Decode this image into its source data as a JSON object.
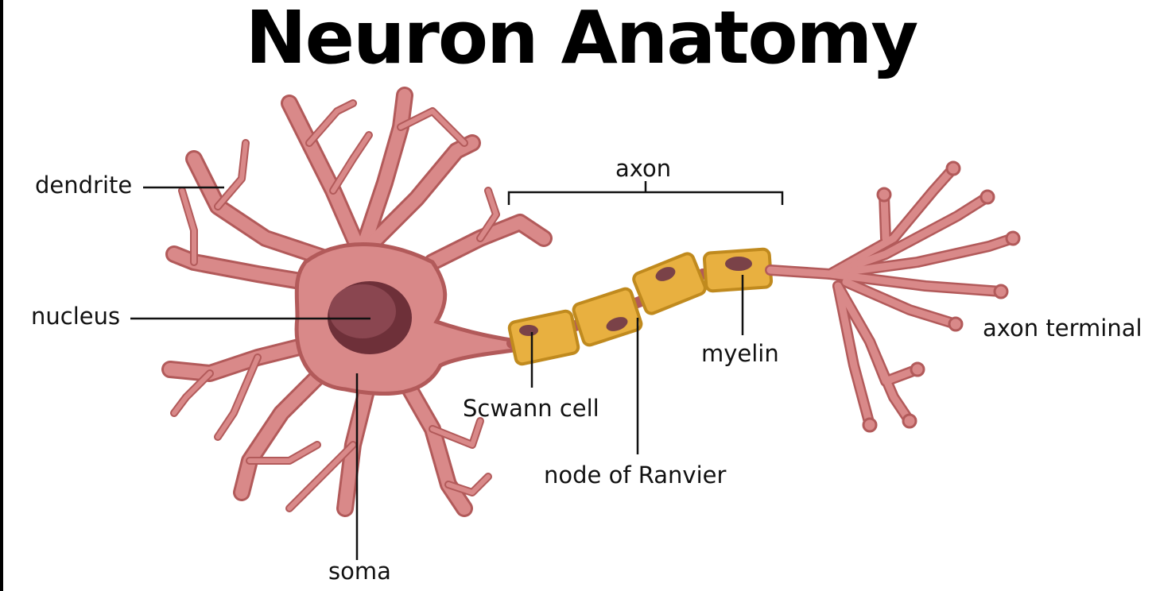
{
  "title": "Neuron Anatomy",
  "labels": {
    "dendrite": "dendrite",
    "nucleus": "nucleus",
    "soma": "soma",
    "axon": "axon",
    "schwann_cell": "Scwann cell",
    "node_of_ranvier": "node of Ranvier",
    "myelin": "myelin",
    "axon_terminal": "axon terminal"
  },
  "colors": {
    "cell_fill": "#d98989",
    "cell_outline": "#b25a5a",
    "nucleus": "#8a4650",
    "nucleus_dark": "#6e3039",
    "myelin_fill": "#e8b040",
    "myelin_outline": "#c08a1e",
    "schwann_nucleus": "#7a4248"
  }
}
